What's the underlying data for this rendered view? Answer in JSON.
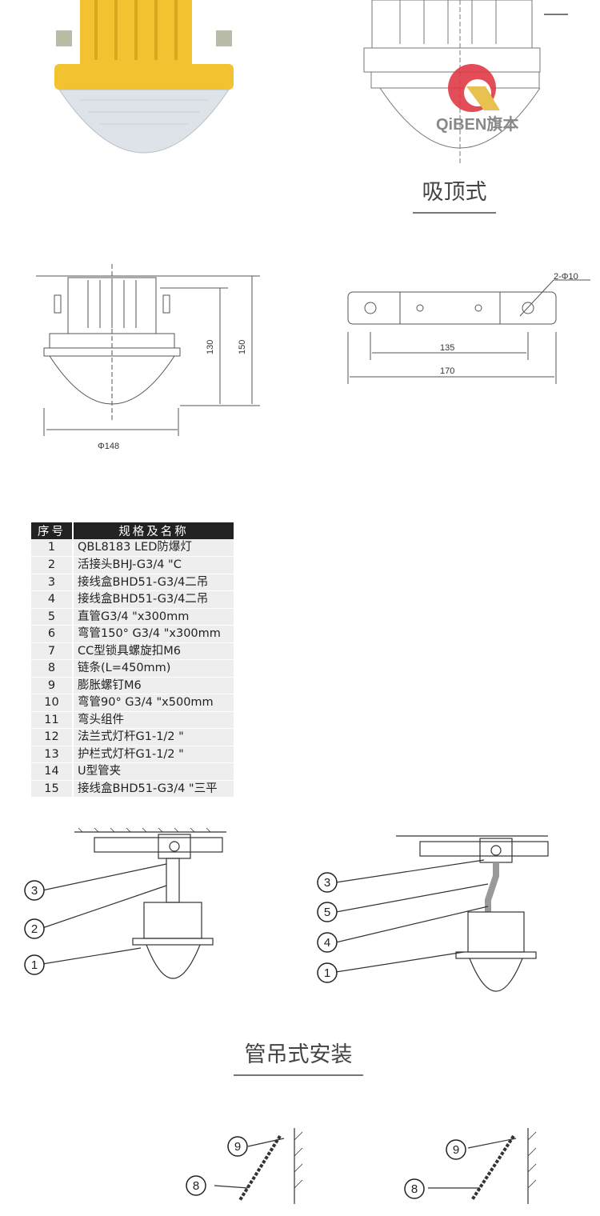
{
  "logo": {
    "text": "QiBEN",
    "cn": "旗本"
  },
  "ceiling_mount": {
    "title": "吸顶式"
  },
  "dimensions": {
    "height_inner": "130",
    "height_outer": "150",
    "diameter": "Φ148",
    "hole": "2-Φ10",
    "hole_spacing": "135",
    "bracket_length": "170"
  },
  "table": {
    "headers": [
      "序号",
      "规格及名称"
    ],
    "rows": [
      {
        "n": "1",
        "s": "QBL8183 LED防爆灯"
      },
      {
        "n": "2",
        "s": "活接头BHJ-G3/4 \"C"
      },
      {
        "n": "3",
        "s": "接线盒BHD51-G3/4二吊"
      },
      {
        "n": "4",
        "s": "接线盒BHD51-G3/4二吊"
      },
      {
        "n": "5",
        "s": "直管G3/4 \"x300mm"
      },
      {
        "n": "6",
        "s": "弯管150° G3/4 \"x300mm"
      },
      {
        "n": "7",
        "s": "CC型锁具螺旋扣M6"
      },
      {
        "n": "8",
        "s": "链条(L=450mm)"
      },
      {
        "n": "9",
        "s": "膨胀螺钉M6"
      },
      {
        "n": "10",
        "s": "弯管90° G3/4 \"x500mm"
      },
      {
        "n": "11",
        "s": "弯头组件"
      },
      {
        "n": "12",
        "s": "法兰式灯杆G1-1/2 \""
      },
      {
        "n": "13",
        "s": "护栏式灯杆G1-1/2 \""
      },
      {
        "n": "14",
        "s": "U型管夹"
      },
      {
        "n": "15",
        "s": "接线盒BHD51-G3/4 \"三平"
      }
    ]
  },
  "pipe_mount": {
    "title": "管吊式安装",
    "left_callouts": [
      "3",
      "2",
      "1"
    ],
    "right_callouts": [
      "3",
      "5",
      "4",
      "1"
    ]
  },
  "chain_mount": {
    "left_callouts": [
      "9",
      "8"
    ],
    "right_callouts": [
      "9",
      "8"
    ]
  },
  "colors": {
    "lamp_yellow": "#f2c230",
    "logo_red": "#e03a45",
    "logo_gold": "#e8c150"
  }
}
